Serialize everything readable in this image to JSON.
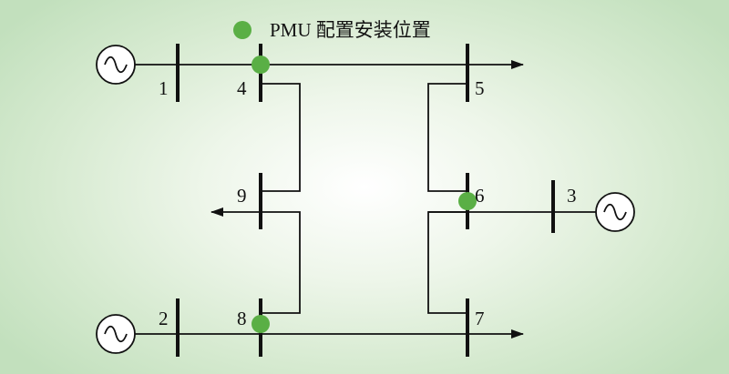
{
  "legend": {
    "marker_color": "#5aaf45",
    "label": "PMU 配置安装位置"
  },
  "buses": [
    {
      "id": "1",
      "label": "1"
    },
    {
      "id": "2",
      "label": "2"
    },
    {
      "id": "3",
      "label": "3"
    },
    {
      "id": "4",
      "label": "4"
    },
    {
      "id": "5",
      "label": "5"
    },
    {
      "id": "6",
      "label": "6"
    },
    {
      "id": "7",
      "label": "7"
    },
    {
      "id": "8",
      "label": "8"
    },
    {
      "id": "9",
      "label": "9"
    }
  ],
  "generators": [
    {
      "bus": "1",
      "icon": "generator-icon"
    },
    {
      "bus": "2",
      "icon": "generator-icon"
    },
    {
      "bus": "3",
      "icon": "generator-icon"
    }
  ],
  "loads": [
    {
      "bus": "5",
      "icon": "load-arrow-icon"
    },
    {
      "bus": "7",
      "icon": "load-arrow-icon"
    },
    {
      "bus": "9",
      "icon": "load-arrow-icon"
    }
  ],
  "pmu_buses": [
    "4",
    "6",
    "8"
  ],
  "colors": {
    "pmu": "#5aaf45",
    "line": "#111111",
    "background_center": "#ffffff",
    "background_edge": "#c2e0bd"
  }
}
